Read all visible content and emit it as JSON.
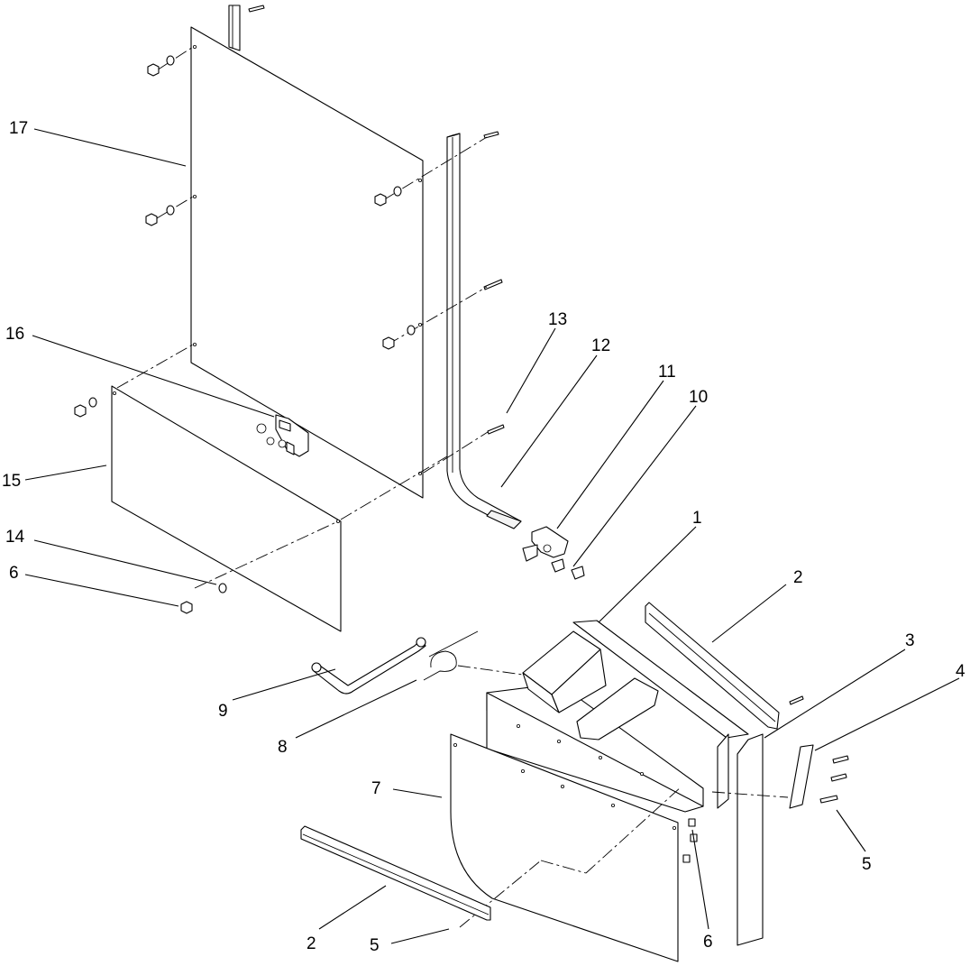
{
  "callouts": [
    {
      "id": "c1",
      "text": "1"
    },
    {
      "id": "c2a",
      "text": "2"
    },
    {
      "id": "c2b",
      "text": "2"
    },
    {
      "id": "c3",
      "text": "3"
    },
    {
      "id": "c4",
      "text": "4"
    },
    {
      "id": "c5a",
      "text": "5"
    },
    {
      "id": "c5b",
      "text": "5"
    },
    {
      "id": "c6a",
      "text": "6"
    },
    {
      "id": "c6b",
      "text": "6"
    },
    {
      "id": "c7",
      "text": "7"
    },
    {
      "id": "c8",
      "text": "8"
    },
    {
      "id": "c9",
      "text": "9"
    },
    {
      "id": "c10",
      "text": "10"
    },
    {
      "id": "c11",
      "text": "11"
    },
    {
      "id": "c12",
      "text": "12"
    },
    {
      "id": "c13",
      "text": "13"
    },
    {
      "id": "c14",
      "text": "14"
    },
    {
      "id": "c15",
      "text": "15"
    },
    {
      "id": "c16",
      "text": "16"
    },
    {
      "id": "c17",
      "text": "17"
    }
  ]
}
